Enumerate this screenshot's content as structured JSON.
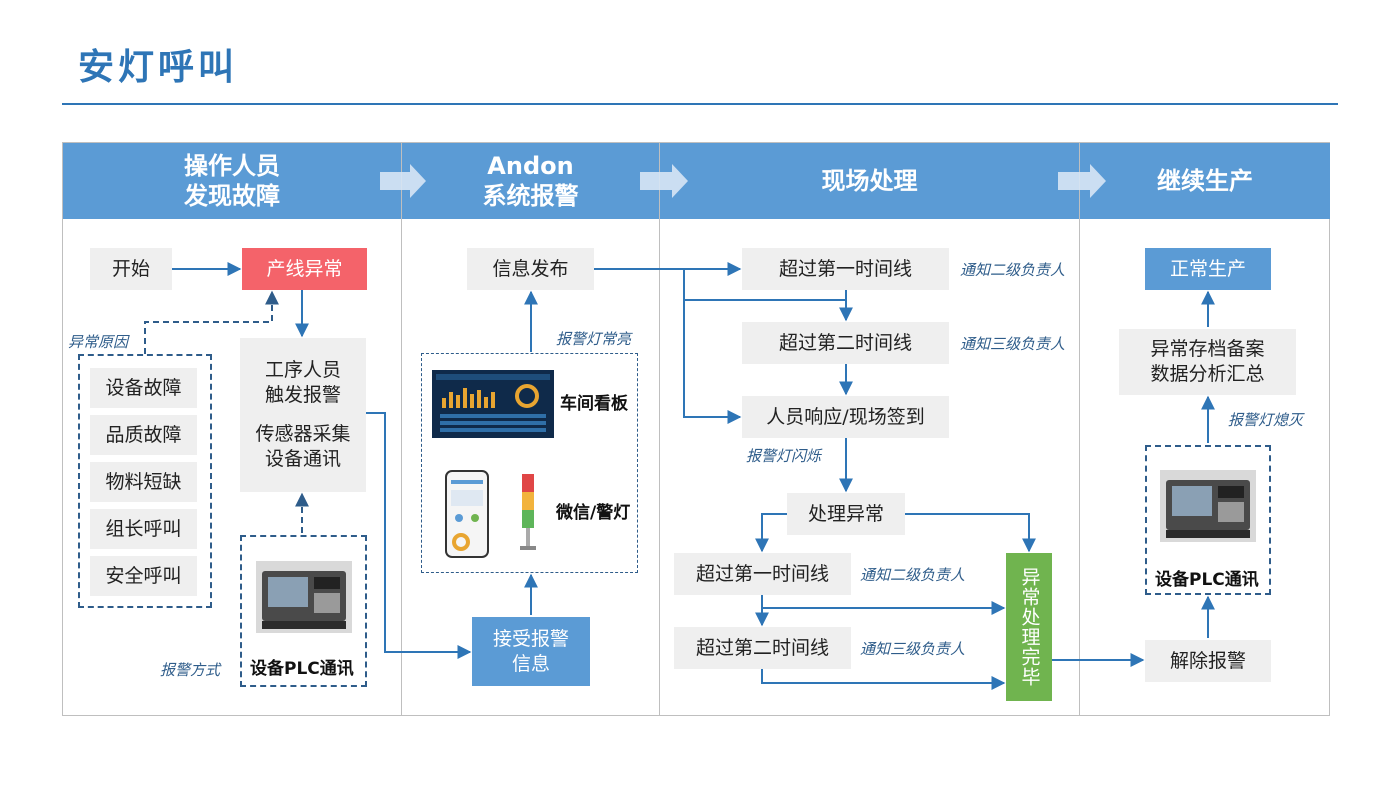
{
  "page": {
    "title": "安灯呼叫"
  },
  "columns": [
    {
      "title": "操作人员\n发现故障"
    },
    {
      "title": "Andon\n系统报警"
    },
    {
      "title": "现场处理"
    },
    {
      "title": "继续生产"
    }
  ],
  "col1": {
    "start": "开始",
    "line_abnormal": "产线异常",
    "abnormal_causes_label": "异常原因",
    "causes": [
      "设备故障",
      "品质故障",
      "物料短缺",
      "组长呼叫",
      "安全呼叫"
    ],
    "trigger": "工序人员\n触发报警",
    "sensor": "传感器采集\n设备通讯",
    "alarm_method_label": "报警方式",
    "plc_label": "设备PLC通讯"
  },
  "col2": {
    "info_publish": "信息发布",
    "light_steady": "报警灯常亮",
    "board_label": "车间看板",
    "wechat_label": "微信/警灯",
    "receive_alarm": "接受报警\n信息"
  },
  "col3": {
    "first_timeout": "超过第一时间线",
    "notify_level2": "通知二级负责人",
    "second_timeout": "超过第二时间线",
    "notify_level3": "通知三级负责人",
    "response": "人员响应/现场签到",
    "light_flash": "报警灯闪烁",
    "handle": "处理异常",
    "first_timeout_b": "超过第一时间线",
    "notify_level2_b": "通知二级负责人",
    "second_timeout_b": "超过第二时间线",
    "notify_level3_b": "通知三级负责人",
    "done": "异常处理完毕"
  },
  "col4": {
    "normal": "正常生产",
    "archive": "异常存档备案\n数据分析汇总",
    "light_off": "报警灯熄灭",
    "plc_label": "设备PLC通讯",
    "release": "解除报警"
  },
  "colors": {
    "accent": "#2e75b6",
    "header": "#5b9bd5",
    "red": "#f4636a",
    "green": "#70b44f",
    "box": "#efefef"
  }
}
